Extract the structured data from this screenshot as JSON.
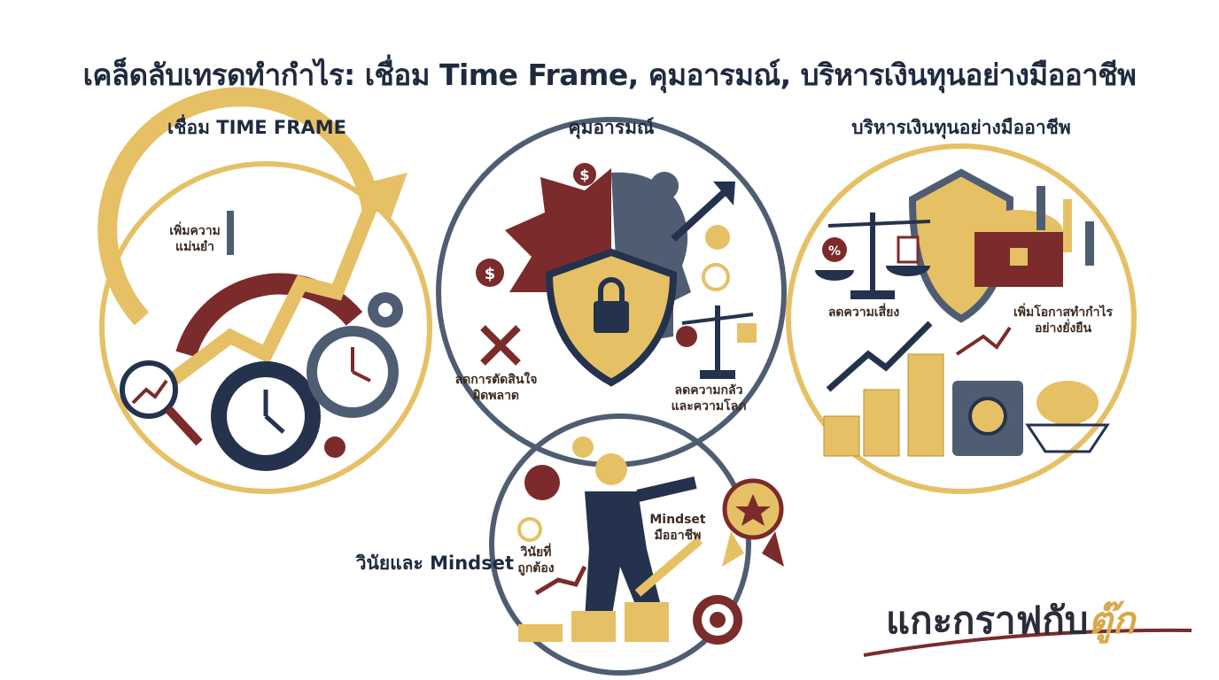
{
  "title": "เคล็ดลับเทรดทำกำไร: เชื่อม Time Frame, คุมอารมณ์, บริหารเงินทุนอย่างมืออาชีพ",
  "sections": [
    {
      "heading": "เชื่อม TIME FRAME",
      "labels": [
        "เพิ่มความ\nแม่นยำ"
      ]
    },
    {
      "heading": "คุมอารมณ์",
      "labels": [
        "ลดการตัดสินใจ\nผิดพลาด",
        "ลดความกลัว\nและความโลภ"
      ]
    },
    {
      "heading": "บริหารเงินทุนอย่างมืออาชีพ",
      "labels": [
        "ลดความเสี่ยง",
        "เพิ่มโอกาสทำกำไร\nอย่างยั่งยืน"
      ]
    },
    {
      "heading": "วินัยและ Mindset",
      "labels": [
        "วินัยที่\nถูกต้อง",
        "Mindset\nมืออาชีพ"
      ]
    }
  ],
  "symbols": {
    "dollar": "$",
    "percent": "%"
  },
  "logo": {
    "main": "แกะกราฟกับ",
    "accent": "ตู๊ก"
  },
  "colors": {
    "gold": "#e6c065",
    "maroon": "#7b2b2b",
    "navy": "#24324d",
    "slate": "#4f5d73"
  }
}
